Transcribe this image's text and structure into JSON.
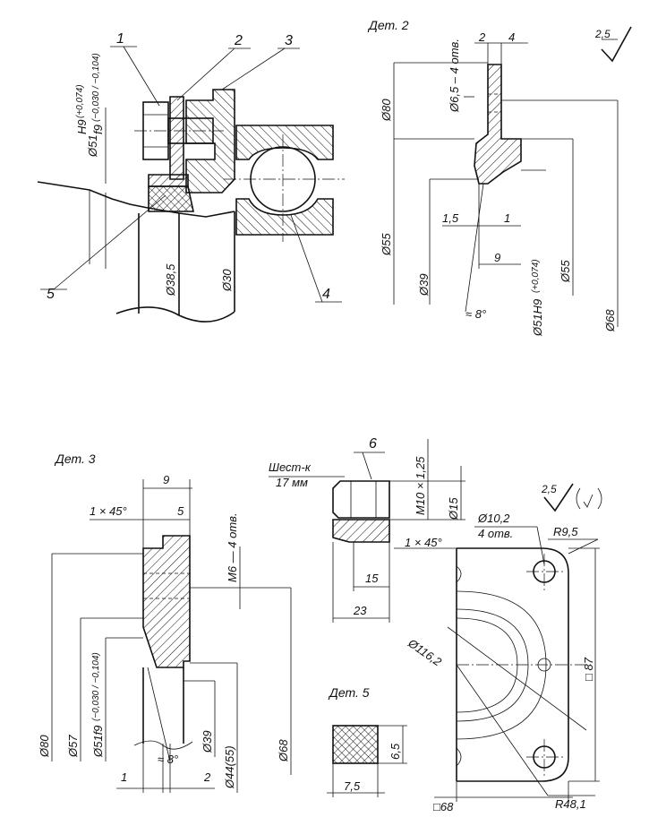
{
  "callouts": {
    "c1": "1",
    "c2": "2",
    "c3": "3",
    "c4": "4",
    "c5": "5",
    "c6": "6"
  },
  "assembly": {
    "fit_main": "Ø51",
    "fit_upper": "H9",
    "fit_upper_tol": "(+0,074)",
    "fit_lower": "f9",
    "fit_lower_tol": "(−0,030 / −0,104)",
    "d38": "Ø38,5",
    "d30": "Ø30"
  },
  "det2": {
    "title": "Дет. 2",
    "roughness": "2,5",
    "w2": "2",
    "w4": "4",
    "holes": "Ø6,5 – 4 отв.",
    "d80": "Ø80",
    "d55a": "Ø55",
    "d39": "Ø39",
    "d51": "Ø51H9",
    "d51_tol": "(+0,074)",
    "d55b": "Ø55",
    "d68": "Ø68",
    "s15": "1,5",
    "s1": "1",
    "s9": "9",
    "angle": "≈ 8°"
  },
  "det3": {
    "title": "Дет. 3",
    "w9": "9",
    "chamfer": "1 × 45°",
    "w5": "5",
    "thread": "M6 — 4 отв.",
    "d80": "Ø80",
    "d57": "Ø57",
    "d51": "Ø51f9",
    "d51_tol": "(−0,030 / −0,104)",
    "d39": "Ø39",
    "d44": "Ø44(55)",
    "d68": "Ø68",
    "angle": "≈ 8°",
    "s1": "1",
    "s2": "2"
  },
  "det6": {
    "hex_l1": "Шест-к",
    "hex_l2": "17 мм",
    "thread": "M10 × 1,25",
    "d15": "Ø15",
    "chamfer": "1 × 45°",
    "l15": "15",
    "l23": "23"
  },
  "det5": {
    "title": "Дет. 5",
    "h": "6,5",
    "w": "7,5"
  },
  "det4": {
    "roughness": "2,5",
    "holes_d": "Ø10,2",
    "holes_n": "4 отв.",
    "r95": "R9,5",
    "d116": "Ø116,2",
    "sq87": "□ 87",
    "sq68": "□68",
    "r481": "R48,1"
  }
}
